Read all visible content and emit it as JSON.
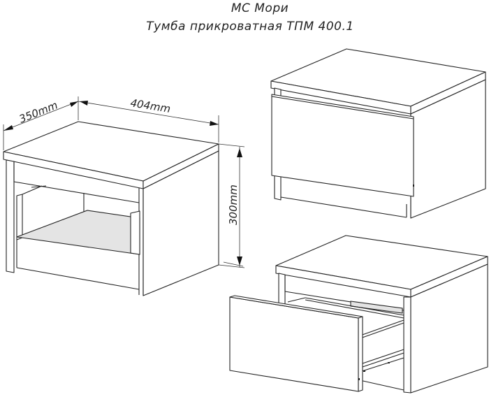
{
  "header": {
    "brand_line": "МС Мори",
    "product_line": "Тумба прикроватная ТПМ 400.1"
  },
  "dimensions": {
    "depth": "350mm",
    "width": "404mm",
    "height": "300mm"
  },
  "views": [
    {
      "name": "dimensioned-open-shelf-view"
    },
    {
      "name": "closed-drawer-view"
    },
    {
      "name": "open-drawer-view"
    }
  ],
  "colors": {
    "line": "#222222",
    "shelf_fill": "#e4e4e4",
    "background": "#ffffff"
  }
}
